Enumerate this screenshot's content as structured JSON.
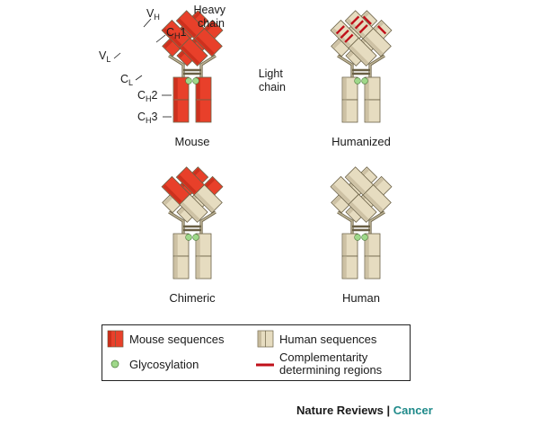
{
  "colors": {
    "mouse": "#e8402a",
    "mouse_dark": "#b52414",
    "human": "#e6dcc0",
    "human_dark": "#a8997a",
    "cdr": "#c0101a",
    "glyco": "#9fd88a",
    "hinge": "#bdb395",
    "stroke": "#6a6045",
    "brand_accent": "#1f8a8a"
  },
  "antibodies": [
    {
      "id": "mouse",
      "caption": "Mouse",
      "variable": "mouse",
      "constant_arm": "mouse",
      "stem": "mouse",
      "cdr": false
    },
    {
      "id": "humanized",
      "caption": "Humanized",
      "variable": "human",
      "constant_arm": "human",
      "stem": "human",
      "cdr": true
    },
    {
      "id": "chimeric",
      "caption": "Chimeric",
      "variable": "mouse",
      "constant_arm": "human",
      "stem": "human",
      "cdr": false
    },
    {
      "id": "human",
      "caption": "Human",
      "variable": "human",
      "constant_arm": "human",
      "stem": "human",
      "cdr": false
    }
  ],
  "labels": {
    "vh": {
      "main": "V",
      "sub": "H",
      "tail": ""
    },
    "ch1": {
      "main": "C",
      "sub": "H",
      "tail": "1"
    },
    "vl": {
      "main": "V",
      "sub": "L",
      "tail": ""
    },
    "cl": {
      "main": "C",
      "sub": "L",
      "tail": ""
    },
    "ch2": {
      "main": "C",
      "sub": "H",
      "tail": "2"
    },
    "ch3": {
      "main": "C",
      "sub": "H",
      "tail": "3"
    },
    "heavy_chain": [
      "Heavy",
      "chain"
    ],
    "light_chain": [
      "Light",
      "chain"
    ]
  },
  "legend": {
    "mouse": "Mouse sequences",
    "human": "Human sequences",
    "glyco": "Glycosylation",
    "cdr": [
      "Complementarity",
      "determining regions"
    ]
  },
  "footer": {
    "journal": "Nature Reviews",
    "separator": " | ",
    "section": "Cancer"
  }
}
